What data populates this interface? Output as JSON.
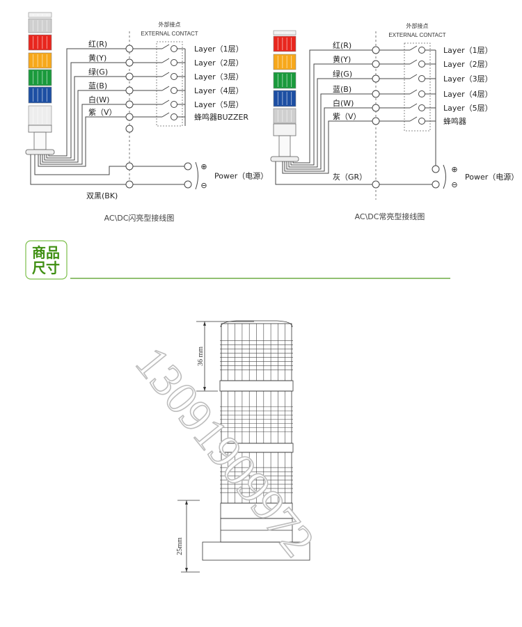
{
  "flash_diagram": {
    "external_contact_cn": "外部接点",
    "external_contact_en": "EXTERNAL CONTACT",
    "wires": [
      "红(R)",
      "黄(Y)",
      "绿(G)",
      "蓝(B)",
      "白(W)",
      "紫（V）"
    ],
    "layers": [
      "Layer（1层）",
      "Layer（2层）",
      "Layer（3层）",
      "Layer（4层）",
      "Layer（5层）",
      "蜂鸣器BUZZER"
    ],
    "power": "Power（电源）",
    "plus": "⊕",
    "minus": "⊖",
    "common": "双黑(BK)",
    "caption": "AC\\DC闪亮型接线图"
  },
  "steady_diagram": {
    "external_contact_cn": "外部接点",
    "external_contact_en": "EXTERNAL CONTACT",
    "wires": [
      "红(R)",
      "黄(Y)",
      "绿(G)",
      "蓝(B)",
      "白(W)",
      "紫（V）"
    ],
    "layers": [
      "Layer（1层）",
      "Layer（2层）",
      "Layer（3层）",
      "Layer（4层）",
      "Layer（5层）",
      "蜂鸣器"
    ],
    "power": "Power（电源）",
    "plus": "⊕",
    "minus": "⊖",
    "common": "灰（GR）",
    "caption": "AC\\DC常亮型接线图"
  },
  "section": {
    "title_line1": "商品",
    "title_line2": "尺寸"
  },
  "dimensions": {
    "top_height": "36 mm",
    "base_height": "25mm"
  },
  "watermark": "13091909972",
  "colors": {
    "red": "#e8261e",
    "orange": "#f7a81b",
    "green": "#1a9a3c",
    "blue": "#1d4fa3",
    "accent_green": "#4f9a1e"
  }
}
